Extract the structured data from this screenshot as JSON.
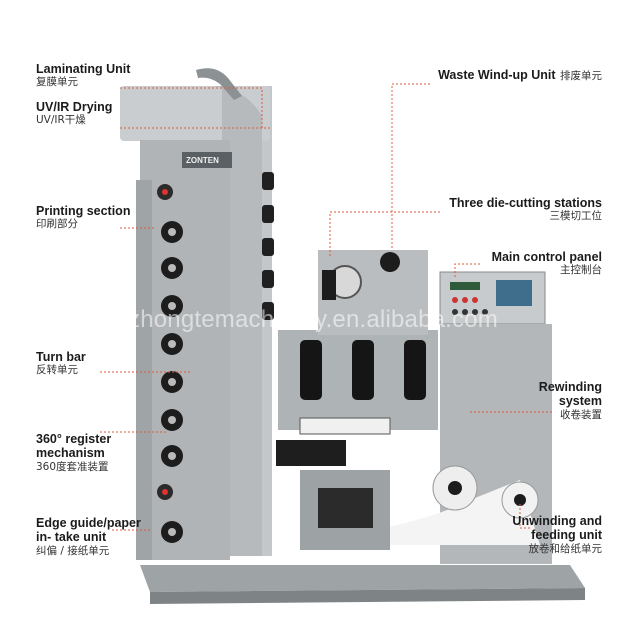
{
  "brand": "ZONTEN",
  "watermark": "zhongtemachinery.en.alibaba.com",
  "labels": {
    "laminating": {
      "en": "Laminating Unit",
      "cn": "复膜单元"
    },
    "uvir": {
      "en": "UV/IR Drying",
      "cn": "UV/IR干燥"
    },
    "printing": {
      "en": "Printing section",
      "cn": "印刷部分"
    },
    "turnbar": {
      "en": "Turn bar",
      "cn": "反转单元"
    },
    "register": {
      "en1": "360°  register",
      "en2": "mechanism",
      "cn": "360度套准装置"
    },
    "edge": {
      "en1": "Edge guide/paper",
      "en2": "in- take unit",
      "cn": "纠偏 / 接纸单元"
    },
    "waste": {
      "en": "Waste Wind-up Unit",
      "cn": "排废单元"
    },
    "diecut": {
      "en": "Three die-cutting stations",
      "cn": "三模切工位"
    },
    "control": {
      "en": "Main control panel",
      "cn": "主控制台"
    },
    "rewind": {
      "en1": "Rewinding",
      "en2": "system",
      "cn": "收卷装置"
    },
    "unwind": {
      "en1": "Unwinding and",
      "en2": "feeding unit",
      "cn": "放卷和给纸单元"
    }
  },
  "colors": {
    "machine_body": "#b9bdbf",
    "machine_dark": "#8f9496",
    "leader_line": "#e05a3a",
    "panel_green": "#3f6d8c"
  }
}
